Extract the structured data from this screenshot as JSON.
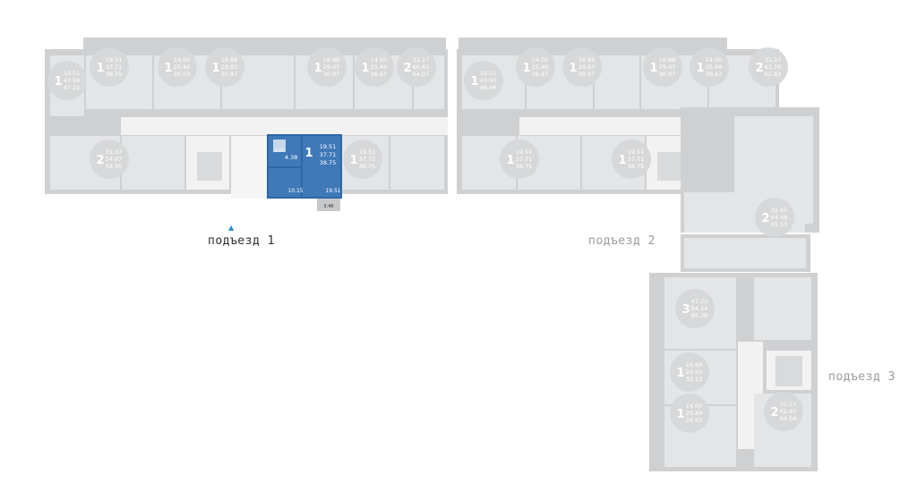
{
  "entrances": [
    {
      "id": "e1",
      "label": "подъезд 1",
      "active": true
    },
    {
      "id": "e2",
      "label": "подъезд 2",
      "active": false
    },
    {
      "id": "e3",
      "label": "подъезд 3",
      "active": false
    }
  ],
  "colors": {
    "bg": "#ffffff",
    "wall": "#cfd0d2",
    "room": "#e7e8e9",
    "circle": "#d7d8d9",
    "text": "#ffffff",
    "selected": "#2e67a5",
    "selected_light": "#4d86c4",
    "entrance_arrow": "#2a8fce"
  },
  "selected_apartment": {
    "rooms": "1",
    "living": "19.51",
    "total": "37.71",
    "total_with_balcony": "38.75",
    "hall": "4.38",
    "bath": "3.67",
    "kitchen": "10.15",
    "room": "19.51",
    "balcony": "3.46"
  },
  "apartments": [
    {
      "rooms": "1",
      "a": "19.51",
      "b": "43.58",
      "c": "47.22"
    },
    {
      "rooms": "1",
      "a": "19.51",
      "b": "37.71",
      "c": "38.75"
    },
    {
      "rooms": "1",
      "a": "14.00",
      "b": "25.49",
      "c": "26.53"
    },
    {
      "rooms": "1",
      "a": "16.88",
      "b": "29.93",
      "c": "30.97"
    },
    {
      "rooms": "1",
      "a": "16.88",
      "b": "29.93",
      "c": "30.97"
    },
    {
      "rooms": "1",
      "a": "14.00",
      "b": "25.49",
      "c": "26.47"
    },
    {
      "rooms": "2",
      "a": "32.17",
      "b": "60.61",
      "c": "64.07"
    },
    {
      "rooms": "2",
      "a": "31.37",
      "b": "54.87",
      "c": "58.95"
    },
    {
      "rooms": "1",
      "a": "19.51",
      "b": "37.71",
      "c": "38.75"
    },
    {
      "rooms": "1",
      "a": "19.51",
      "b": "43.00",
      "c": "46.46"
    },
    {
      "rooms": "1",
      "a": "14.00",
      "b": "25.49",
      "c": "26.47"
    },
    {
      "rooms": "1",
      "a": "16.88",
      "b": "29.93",
      "c": "30.97"
    },
    {
      "rooms": "1",
      "a": "16.88",
      "b": "29.93",
      "c": "30.97"
    },
    {
      "rooms": "1",
      "a": "14.00",
      "b": "25.49",
      "c": "26.47"
    },
    {
      "rooms": "2",
      "a": "31.37",
      "b": "61.78",
      "c": "62.83"
    },
    {
      "rooms": "1",
      "a": "19.51",
      "b": "37.71",
      "c": "38.75"
    },
    {
      "rooms": "1",
      "a": "19.51",
      "b": "37.71",
      "c": "38.75"
    },
    {
      "rooms": "2",
      "a": "32.65",
      "b": "64.48",
      "c": "65.53"
    },
    {
      "rooms": "3",
      "a": "47.23",
      "b": "84.24",
      "c": "85.28"
    },
    {
      "rooms": "1",
      "a": "16.88",
      "b": "29.93",
      "c": "32.13"
    },
    {
      "rooms": "1",
      "a": "14.00",
      "b": "25.49",
      "c": "26.53"
    },
    {
      "rooms": "2",
      "a": "32.17",
      "b": "62.40",
      "c": "64.04"
    }
  ]
}
